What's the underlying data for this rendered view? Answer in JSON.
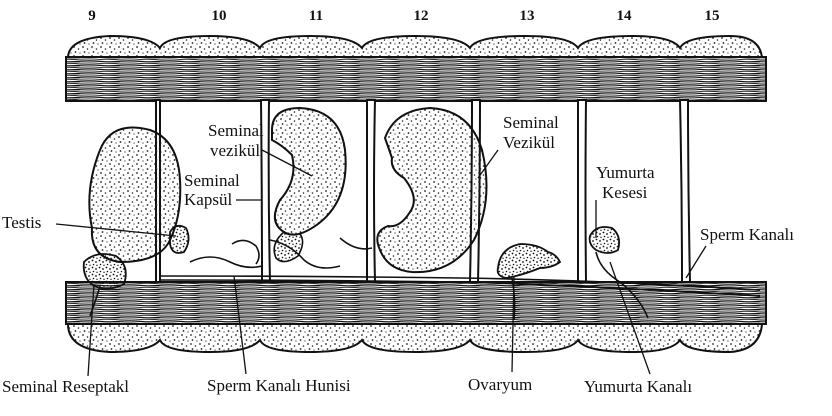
{
  "segments": [
    "9",
    "10",
    "11",
    "12",
    "13",
    "14",
    "15"
  ],
  "labels": {
    "seminal_vezikul_small_1": "Seminal",
    "seminal_vezikul_small_2": "vezikül",
    "seminal_kapsul_1": "Seminal",
    "seminal_kapsul_2": "Kapsül",
    "seminal_vezikul_large_1": "Seminal",
    "seminal_vezikul_large_2": "Vezikül",
    "yumurta_kesesi_1": "Yumurta",
    "yumurta_kesesi_2": "Kesesi",
    "testis": "Testis",
    "sperm_kanali": "Sperm Kanalı",
    "seminal_reseptakl": "Seminal Reseptakl",
    "sperm_kanali_hunisi": "Sperm Kanalı Hunisi",
    "ovaryum": "Ovaryum",
    "yumurta_kanali": "Yumurta Kanalı"
  },
  "colors": {
    "ink": "#111111",
    "paper": "#ffffff"
  }
}
